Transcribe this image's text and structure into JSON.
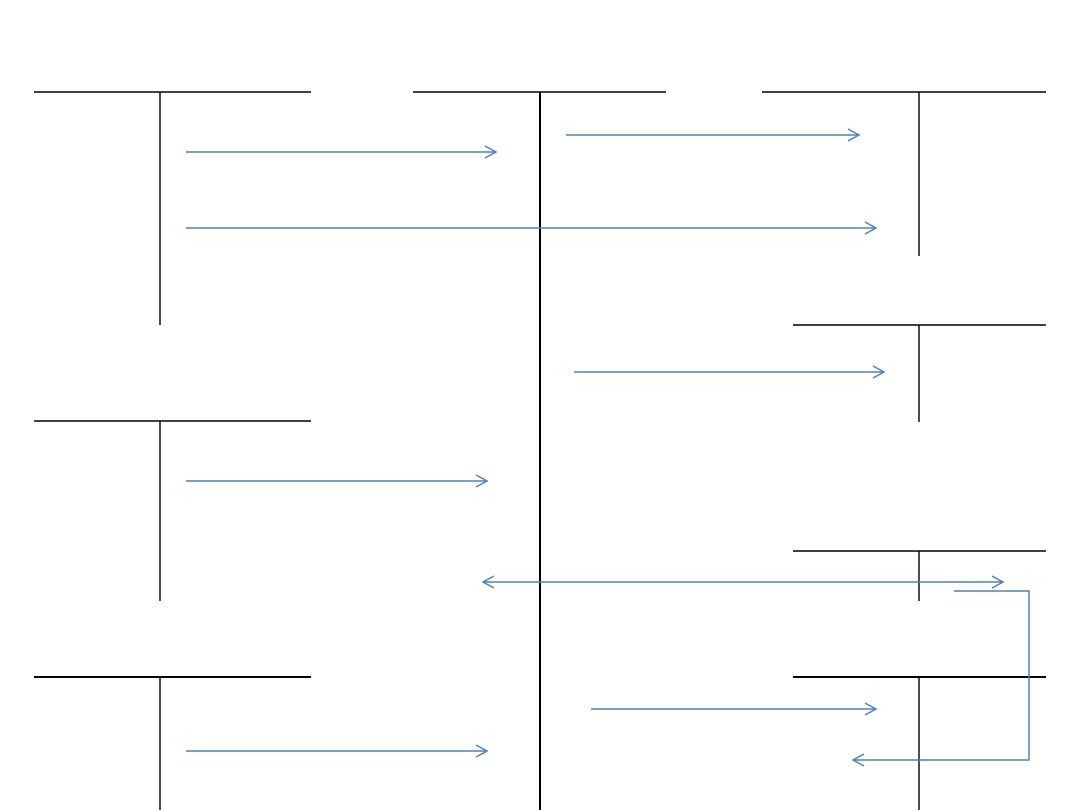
{
  "diagram": {
    "type": "t-account-flow",
    "line_color": "#000000",
    "arrow_color": "#4f81bd"
  },
  "accounts": [
    {
      "id": "left-top"
    },
    {
      "id": "left-middle"
    },
    {
      "id": "left-bottom"
    },
    {
      "id": "center-main"
    },
    {
      "id": "right-top"
    },
    {
      "id": "right-upper-middle"
    },
    {
      "id": "right-lower-middle"
    },
    {
      "id": "right-bottom"
    }
  ],
  "flows": [
    {
      "id": "flow-left-top-to-center-1",
      "from": "left-top",
      "to": "center-main"
    },
    {
      "id": "flow-center-to-right-top",
      "from": "center-main",
      "to": "right-top"
    },
    {
      "id": "flow-left-top-to-right-top",
      "from": "left-top",
      "to": "right-top"
    },
    {
      "id": "flow-center-to-right-upper-middle",
      "from": "center-main",
      "to": "right-upper-middle"
    },
    {
      "id": "flow-left-middle-to-center",
      "from": "left-middle",
      "to": "center-main"
    },
    {
      "id": "flow-center-right-lower-middle-bidirectional",
      "from": "center-main",
      "to": "right-lower-middle",
      "bidirectional": true
    },
    {
      "id": "flow-center-to-right-bottom",
      "from": "center-main",
      "to": "right-bottom"
    },
    {
      "id": "flow-left-bottom-to-center",
      "from": "left-bottom",
      "to": "center-main"
    },
    {
      "id": "flow-right-lower-middle-to-right-bottom-loop",
      "from": "right-lower-middle",
      "to": "right-bottom"
    }
  ]
}
